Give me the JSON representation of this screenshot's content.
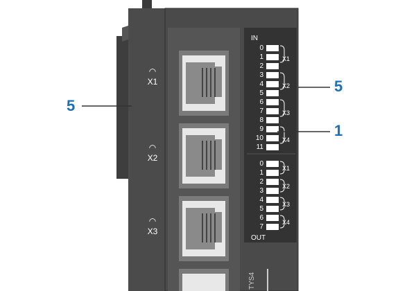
{
  "device": {
    "ports": [
      {
        "label": "X1",
        "icon": "port-link-icon"
      },
      {
        "label": "X2",
        "icon": "port-link-icon"
      },
      {
        "label": "X3",
        "icon": "port-link-icon"
      }
    ],
    "io_panel": {
      "in_title": "IN",
      "in_channels": [
        "0",
        "1",
        "2",
        "3",
        "4",
        "5",
        "6",
        "7",
        "8",
        "9",
        "10",
        "11"
      ],
      "in_groups": [
        "X1",
        "X2",
        "X3",
        "X4"
      ],
      "out_channels": [
        "0",
        "1",
        "2",
        "3",
        "4",
        "5",
        "6",
        "7"
      ],
      "out_groups": [
        "X1",
        "X2",
        "X3",
        "X4"
      ],
      "out_title": "OUT"
    },
    "side_text": "TYS4"
  },
  "callouts": {
    "left": "5",
    "right_top": "5",
    "right_mid": "1"
  },
  "colors": {
    "body": "#4a4a4a",
    "panel": "#333333",
    "led": "#ffffff",
    "callout": "#1f6fb5"
  }
}
